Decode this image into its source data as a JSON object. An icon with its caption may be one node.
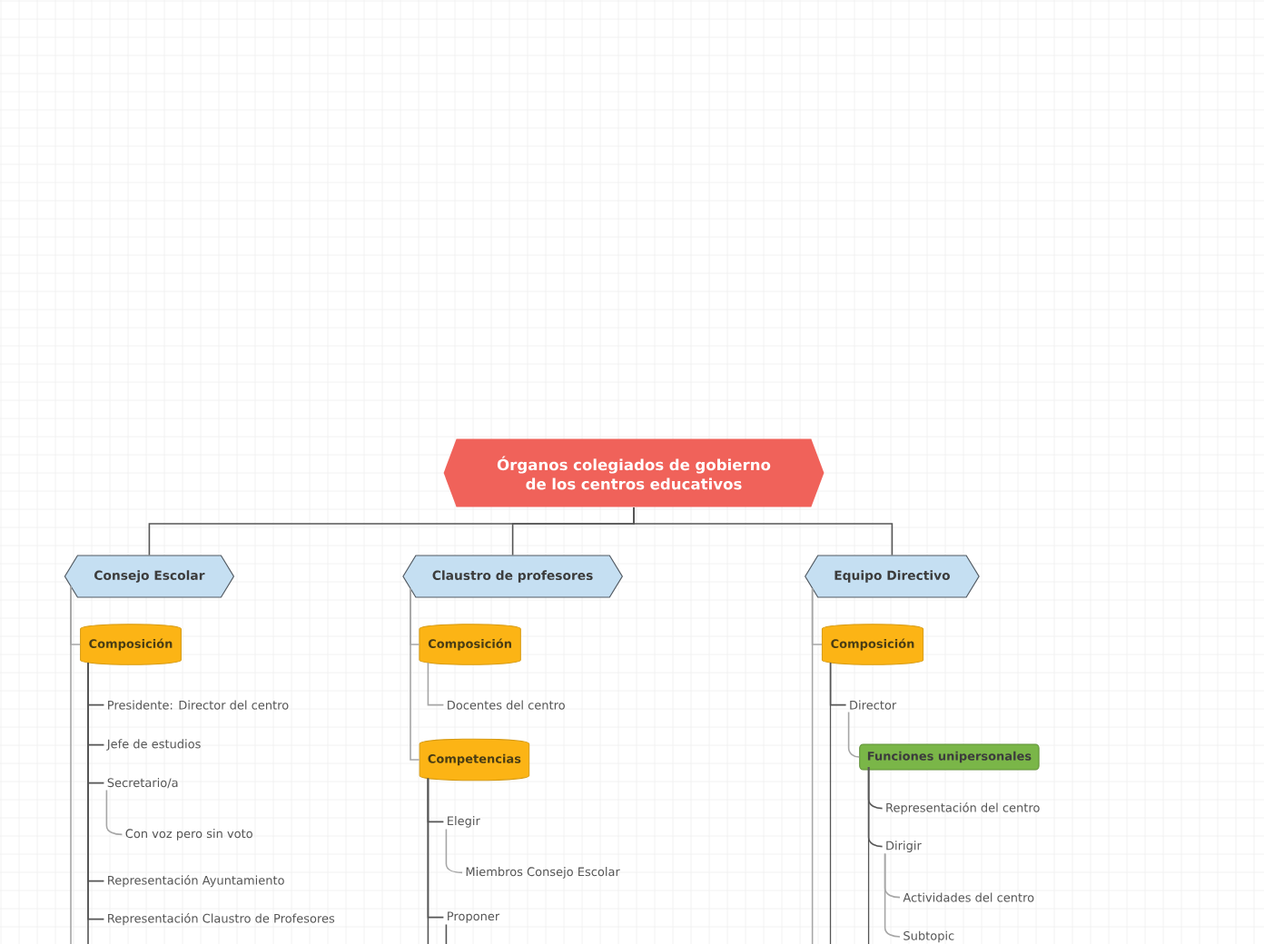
{
  "diagram": {
    "nodes": [
      {
        "text": [
          "Órganos colegiados de gobierno de los centros educativos"
        ]
      },
      {
        "text": [
          "Consejo Escolar"
        ]
      },
      {
        "text": [
          "Claustro de profesores"
        ]
      },
      {
        "text": [
          "Equipo Directivo"
        ]
      },
      {
        "text": [
          "Composición"
        ]
      },
      {
        "text": [
          "Presidente: Director del centro"
        ]
      },
      {
        "text": [
          "Jefe de estudios"
        ]
      },
      {
        "text": [
          "Secretario/a"
        ]
      },
      {
        "text": [
          "Con voz pero sin voto"
        ]
      },
      {
        "text": [
          "Representación Ayuntamiento"
        ]
      },
      {
        "text": [
          "Representación Claustro de Profesores"
        ]
      },
      {
        "text": [
          "Composición"
        ]
      },
      {
        "text": [
          "Docentes del centro"
        ]
      },
      {
        "text": [
          "Competencias"
        ]
      },
      {
        "text": [
          "Elegir"
        ]
      },
      {
        "text": [
          "Miembros Consejo Escolar"
        ]
      },
      {
        "text": [
          "Proponer"
        ]
      },
      {
        "text": [
          "Composición"
        ]
      },
      {
        "text": [
          "Director"
        ]
      },
      {
        "text": [
          "Funciones unipersonales"
        ]
      },
      {
        "text": [
          "Representación del centro"
        ]
      },
      {
        "text": [
          "Dirigir"
        ]
      },
      {
        "text": [
          "Actividades del centro"
        ]
      },
      {
        "text": [
          "Subtopic"
        ]
      }
    ],
    "edges": [
      {
        "from": 0,
        "to": 1,
        "arrow": "none",
        "color": "#555555"
      },
      {
        "from": 0,
        "to": 2,
        "arrow": "none",
        "color": "#555555"
      },
      {
        "from": 0,
        "to": 3,
        "arrow": "none",
        "color": "#555555"
      },
      {
        "from": 1,
        "to": 4,
        "arrow": "none"
      },
      {
        "from": 1,
        "to": null,
        "arrow": "none"
      },
      {
        "from": 4,
        "to": 5,
        "arrow": "none",
        "color": "#555555"
      },
      {
        "from": 4,
        "to": 6,
        "arrow": "none",
        "color": "#555555"
      },
      {
        "from": 4,
        "to": 7,
        "arrow": "none",
        "color": "#555555"
      },
      {
        "from": 7,
        "to": 8,
        "arrow": "none"
      },
      {
        "from": 4,
        "to": 9,
        "arrow": "none",
        "color": "#555555"
      },
      {
        "from": 4,
        "to": 10,
        "arrow": "none",
        "color": "#555555"
      },
      {
        "from": 4,
        "to": null,
        "arrow": "none",
        "color": "#555555"
      },
      {
        "from": 2,
        "to": 11,
        "arrow": "none"
      },
      {
        "from": 11,
        "to": 12,
        "arrow": "none"
      },
      {
        "from": 2,
        "to": 13,
        "arrow": "none"
      },
      {
        "from": 13,
        "to": 14,
        "arrow": "none",
        "color": "#555555"
      },
      {
        "from": 14,
        "to": 15,
        "arrow": "none"
      },
      {
        "from": 13,
        "to": 16,
        "arrow": "none",
        "color": "#555555"
      },
      {
        "from": 13,
        "to": null,
        "arrow": "none",
        "color": "#555555"
      },
      {
        "from": 16,
        "to": null,
        "arrow": "none",
        "color": "#555555"
      },
      {
        "from": 3,
        "to": 17,
        "arrow": "none"
      },
      {
        "from": 3,
        "to": null,
        "arrow": "none"
      },
      {
        "from": 17,
        "to": 18,
        "arrow": "none",
        "color": "#555555"
      },
      {
        "from": 17,
        "to": null,
        "arrow": "none",
        "color": "#555555"
      },
      {
        "from": 18,
        "to": 19,
        "arrow": "none"
      },
      {
        "from": 19,
        "to": 20,
        "arrow": "none",
        "color": "#555555"
      },
      {
        "from": 19,
        "to": 21,
        "arrow": "none",
        "color": "#555555"
      },
      {
        "from": 19,
        "to": null,
        "arrow": "none",
        "color": "#555555"
      },
      {
        "from": 21,
        "to": 22,
        "arrow": "none"
      },
      {
        "from": 21,
        "to": 23,
        "arrow": "none"
      }
    ]
  }
}
